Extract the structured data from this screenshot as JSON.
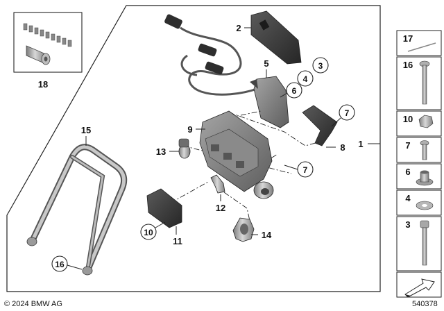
{
  "footer": {
    "copyright": "© 2024 BMW AG",
    "diagram_number": "540378"
  },
  "callouts": {
    "c1": "1",
    "c2": "2",
    "c3": "3",
    "c4": "4",
    "c5": "5",
    "c6": "6",
    "c7a": "7",
    "c7b": "7",
    "c8": "8",
    "c9": "9",
    "c10": "10",
    "c11": "11",
    "c12": "12",
    "c13": "13",
    "c14": "14",
    "c15": "15",
    "c16": "16",
    "c18": "18"
  },
  "sidebar": {
    "s17": "17",
    "s16": "16",
    "s10": "10",
    "s7": "7",
    "s6": "6",
    "s4": "4",
    "s3": "3"
  }
}
